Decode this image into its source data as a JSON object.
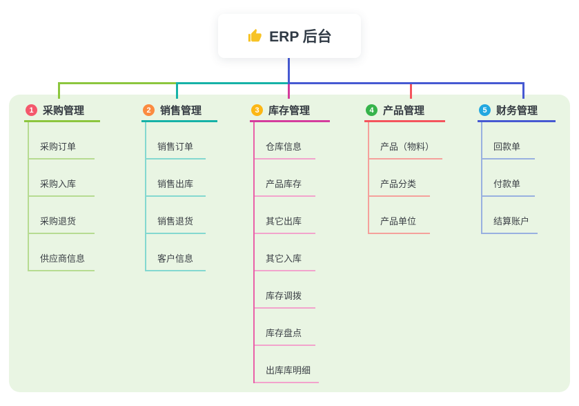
{
  "root": {
    "label": "ERP 后台",
    "icon": "thumbs-up-icon",
    "icon_color": "#f7c326",
    "line_color": "#4659d2"
  },
  "panel": {
    "background": "#e9f5e3"
  },
  "branches": [
    {
      "badge": "1",
      "badge_color": "#f4586c",
      "label": "采购管理",
      "line_color": "#8cc63e",
      "trunk_color": "#b6db91",
      "child_line_color": "#b6db91",
      "children": [
        "采购订单",
        "采购入库",
        "采购退货",
        "供应商信息"
      ]
    },
    {
      "badge": "2",
      "badge_color": "#fb8b40",
      "label": "销售管理",
      "line_color": "#16b2a7",
      "trunk_color": "#83d8d0",
      "child_line_color": "#83d8d0",
      "children": [
        "销售订单",
        "销售出库",
        "销售退货",
        "客户信息"
      ]
    },
    {
      "badge": "3",
      "badge_color": "#fcb715",
      "label": "库存管理",
      "line_color": "#d43c9d",
      "trunk_color": "#e95fa8",
      "child_line_color": "#f2a3cc",
      "children": [
        "仓库信息",
        "产品库存",
        "其它出库",
        "其它入库",
        "库存调拨",
        "库存盘点",
        "出库库明细"
      ]
    },
    {
      "badge": "4",
      "badge_color": "#36b34b",
      "label": "产品管理",
      "line_color": "#f4545d",
      "trunk_color": "#f5a09b",
      "child_line_color": "#f5a09b",
      "children": [
        "产品（物料）",
        "产品分类",
        "产品单位"
      ]
    },
    {
      "badge": "5",
      "badge_color": "#22a7e0",
      "label": "财务管理",
      "line_color": "#4659d2",
      "trunk_color": "#98b0e0",
      "child_line_color": "#98b0e0",
      "children": [
        "回款单",
        "付款单",
        "结算账户"
      ]
    }
  ]
}
